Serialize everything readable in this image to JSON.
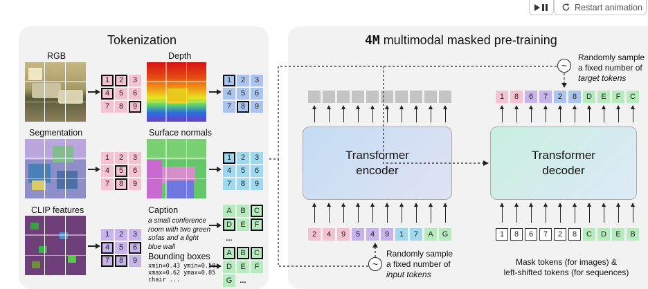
{
  "controls": {
    "restart_label": "Restart animation",
    "play_icon": "play-icon",
    "pause_icon": "pause-icon",
    "restart_icon": "restart-icon"
  },
  "tokenization": {
    "title": "Tokenization",
    "labels": {
      "rgb": "RGB",
      "depth": "Depth",
      "segmentation": "Segmentation",
      "surface_normals": "Surface normals",
      "clip": "CLIP features",
      "caption": "Caption",
      "bboxes": "Bounding boxes"
    },
    "caption_text": "a small conference room with two green sofas and a light blue wall",
    "bbox_text": [
      "xmin=0.43 ymin=0.58",
      "xmax=0.62 ymax=0.85",
      "chair ..."
    ],
    "grid_numbers": [
      "1",
      "2",
      "3",
      "4",
      "5",
      "6",
      "7",
      "8",
      "9"
    ],
    "caption_tokens": [
      "A",
      "B",
      "C",
      "D",
      "E",
      "F"
    ],
    "bbox_tokens": [
      "A",
      "B",
      "C",
      "D",
      "E",
      "F",
      "G"
    ],
    "ellipsis": "..."
  },
  "pretraining": {
    "title_prefix": "4M",
    "title_rest": " multimodal masked pre-training",
    "encoder_label": [
      "Transformer",
      "encoder"
    ],
    "decoder_label": [
      "Transformer",
      "decoder"
    ],
    "input_tokens": [
      "2",
      "4",
      "9",
      "5",
      "4",
      "9",
      "1",
      "7",
      "A",
      "G"
    ],
    "target_tokens": [
      "1",
      "8",
      "6",
      "7",
      "2",
      "8",
      "D",
      "E",
      "F",
      "C"
    ],
    "mask_tokens": [
      "1",
      "8",
      "6",
      "7",
      "2",
      "8",
      "C",
      "D",
      "E",
      "B"
    ],
    "sample_input_note": [
      "Randomly sample",
      "a fixed number of",
      "input tokens"
    ],
    "sample_target_note": [
      "Randomly sample",
      "a fixed number of",
      "target tokens"
    ],
    "mask_note": [
      "Mask tokens (for images) &",
      "left-shifted tokens (for sequences)"
    ],
    "tilde_symbol": "~"
  },
  "colors": {
    "rgb": "#f4c2d1",
    "depth": "#a9c4ee",
    "normals": "#9fd9ef",
    "segmentation": "#f4c2d1",
    "clip": "#c6b4ea",
    "text": "#b6ebbd"
  }
}
